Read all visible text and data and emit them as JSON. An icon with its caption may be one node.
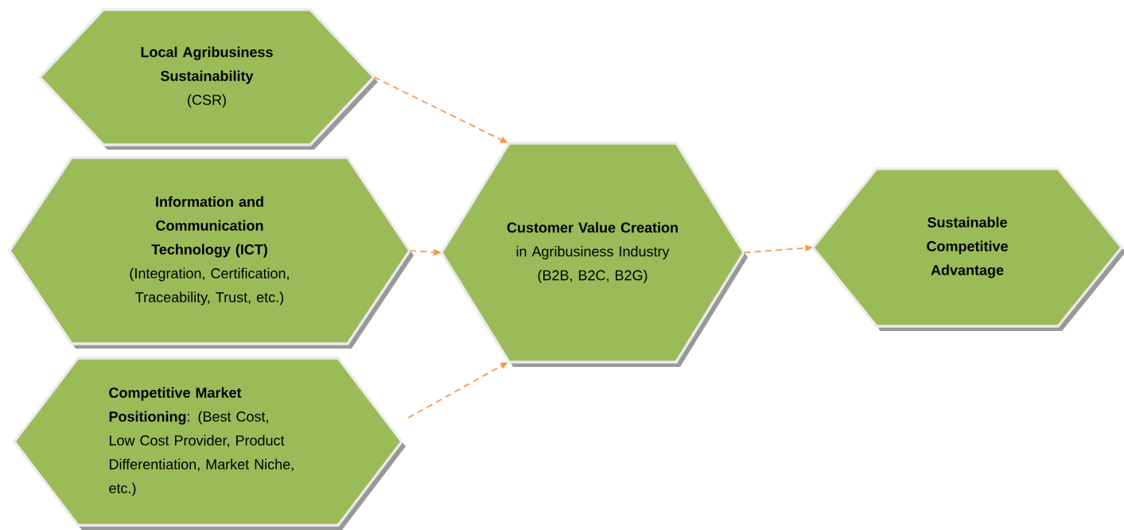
{
  "diagram": {
    "nodes": [
      {
        "text": [
          "Local Agribusiness Sustainability",
          "(CSR)"
        ]
      },
      {
        "text": [
          "Information and Communication Technology (ICT)",
          "(Integration, Certification, Traceability, Trust, etc.)"
        ]
      },
      {
        "text": [
          "**Competitive Market Positioning**: (Best Cost, Low Cost Provider, Product Differentiation, Market Niche, etc.)"
        ]
      },
      {
        "text": [
          "**Customer Value Creation** in Agribusiness Industry (B2B, B2C, B2G)"
        ]
      },
      {
        "text": [
          "Sustainable Competitive Advantage"
        ]
      }
    ],
    "edges": [
      {
        "from": 0,
        "to": 3,
        "arrow": "to",
        "style": "dashed"
      },
      {
        "from": 1,
        "to": 3,
        "arrow": "to",
        "style": "dashed"
      },
      {
        "from": 2,
        "to": 3,
        "arrow": "to",
        "style": "dashed"
      },
      {
        "from": 3,
        "to": 4,
        "arrow": "to",
        "style": "dashed"
      }
    ]
  }
}
